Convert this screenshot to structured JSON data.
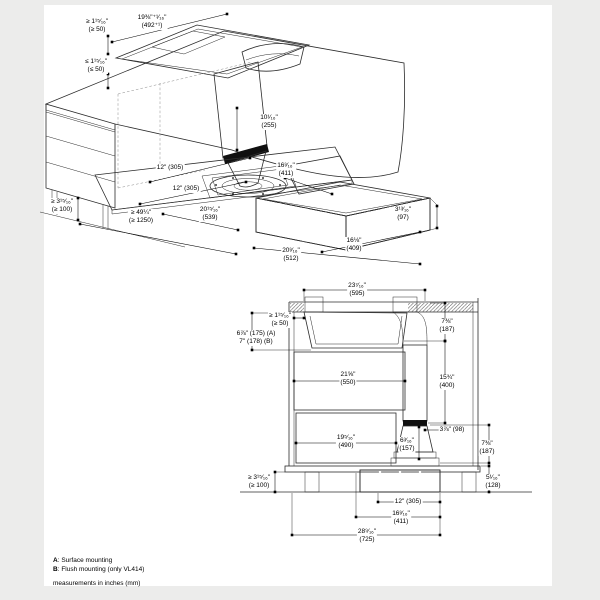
{
  "page": {
    "colors": {
      "margin": "#ececeb",
      "paper": "#ffffff",
      "line": "#2b2b2b",
      "dark_band": "#101010",
      "plate_fill": "#dcdcdc"
    }
  },
  "upper_view": {
    "title": "isometric installation view",
    "dims": {
      "rear_gap": {
        "in": "≥ 1¹⁵⁄₁₆\"",
        "mm": "(≥ 50)"
      },
      "cutout_width": {
        "in": "19⅜\"⁺¹⁄₁₆\"",
        "mm": "(492⁺¹)"
      },
      "counter_thickness": {
        "in": "≤ 1¹⁵⁄₁₆\"",
        "mm": "(≤ 50)"
      },
      "duct_height": {
        "in": "10¹⁄₁₆\"",
        "mm": "(255)"
      },
      "plate_width_rear": {
        "in": "12\" (305)"
      },
      "plate_depth": {
        "in": "16³⁄₁₆\"",
        "mm": "(411)"
      },
      "plate_width_front": {
        "in": "12\" (305)"
      },
      "floor_clearance": {
        "in": "≥ 3¹⁵⁄₁₆\"",
        "mm": "(≥ 100)"
      },
      "min_cabinet_width": {
        "in": "≥ 49¼\"",
        "mm": "(≥ 1250)"
      },
      "blower_offset": {
        "in": "20¹⁵⁄₁₆\"",
        "mm": "(539)"
      },
      "blower_height": {
        "in": "3¹³⁄₁₆\"",
        "mm": "(97)"
      },
      "blower_depth": {
        "in": "16⅛\"",
        "mm": "(409)"
      },
      "blower_width": {
        "in": "20³⁄₁₆\"",
        "mm": "(512)"
      }
    }
  },
  "lower_view": {
    "title": "cross-section view",
    "dims": {
      "top_width": {
        "in": "23⁷⁄₁₆\"",
        "mm": "(595)"
      },
      "rear_gap": {
        "in": "≥ 1¹⁵⁄₁₆\"",
        "mm": "(≥ 50)"
      },
      "mounting_depth_a": {
        "in": "6⅞\" (175) (A)"
      },
      "mounting_depth_b": {
        "in": "7\" (178) (B)"
      },
      "upper_right": {
        "in": "7⅜\"",
        "mm": "(187)"
      },
      "duct_length": {
        "in": "15¾\"",
        "mm": "(400)"
      },
      "inner_width_upper": {
        "in": "21⅝\"",
        "mm": "(550)"
      },
      "inner_width_lower": {
        "in": "19⁵⁄₁₆\"",
        "mm": "(490)"
      },
      "side_offset": {
        "in": "3⅞\" (98)"
      },
      "transition_height": {
        "in": "6³⁄₁₆\"",
        "mm": "(157)"
      },
      "lower_right": {
        "in": "7⅜\"",
        "mm": "(187)"
      },
      "floor_clearance": {
        "in": "≥ 3¹⁵⁄₁₆\"",
        "mm": "(≥ 100)"
      },
      "plinth_height": {
        "in": "5¹⁄₁₆\"",
        "mm": "(128)"
      },
      "base_width": {
        "in": "12\" (305)"
      },
      "base_width_outer": {
        "in": "16³⁄₁₆\"",
        "mm": "(411)"
      },
      "total_width": {
        "in": "28⁹⁄₁₆\"",
        "mm": "(725)"
      }
    }
  },
  "notes": {
    "a_key": "A",
    "a_text": ": Surface mounting",
    "b_key": "B",
    "b_text": ": Flush mounting (only VL414)",
    "units": "measurements in inches (mm)"
  }
}
